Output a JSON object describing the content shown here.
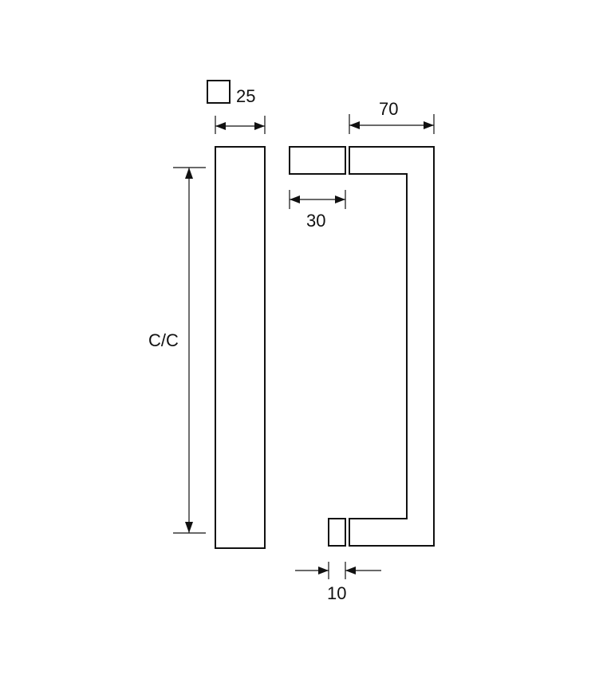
{
  "diagram": {
    "labels": {
      "square_size": "25",
      "handle_depth": "70",
      "leg_width": "30",
      "gap": "10",
      "center_to_center": "C/C"
    },
    "colors": {
      "line": "#111111",
      "background": "#ffffff"
    }
  }
}
